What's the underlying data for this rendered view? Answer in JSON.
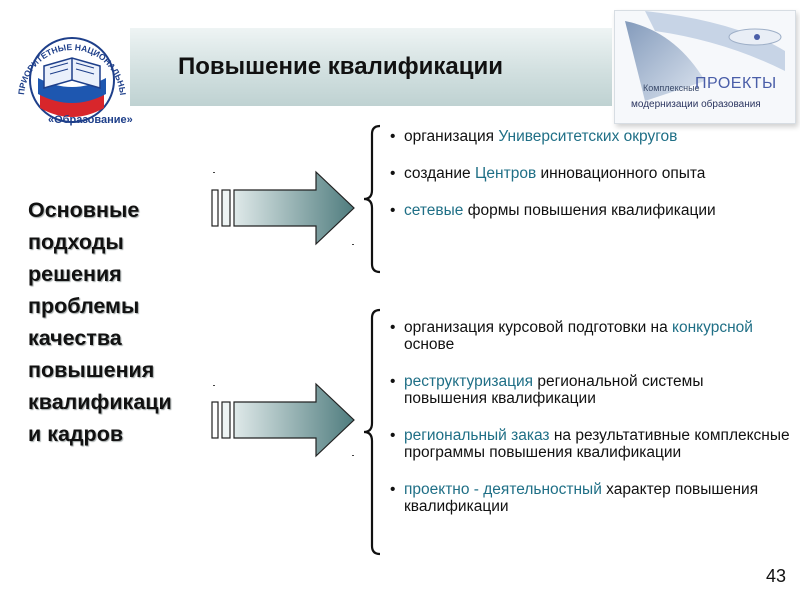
{
  "slide": {
    "title": "Повышение квалификации",
    "page_number": "43"
  },
  "logo": {
    "ring_text": "ПРИОРИТЕТНЫЕ НАЦИОНАЛЬНЫЕ ПРОЕКТЫ",
    "caption": "«Образование»"
  },
  "brand": {
    "small_text": "Комплексные",
    "big_text": "ПРОЕКТЫ",
    "sub_text": "модернизации образования"
  },
  "left_block": {
    "lines": [
      "Основные",
      "подходы",
      "решения",
      "проблемы",
      "качества",
      "повышения",
      "квалификаци",
      "и кадров"
    ]
  },
  "group_top": [
    {
      "pre": "организация ",
      "hl": "Университетских округов",
      "post": ""
    },
    {
      "pre": "создание ",
      "hl": "Центров",
      "post": " инновационного опыта"
    },
    {
      "pre": "",
      "hl": "сетевые",
      "post": " формы повышения квалификации"
    }
  ],
  "group_bottom": [
    {
      "pre": "организация курсовой подготовки на ",
      "hl": "конкурсной",
      "post": " основе"
    },
    {
      "pre": "",
      "hl": "реструктуризация",
      "post": " региональной системы повышения квалификации"
    },
    {
      "pre": "",
      "hl": "региональный заказ",
      "post": " на результативные комплексные программы повышения квалификации"
    },
    {
      "pre": "",
      "hl": "проектно - деятельностный",
      "post": " характер повышения квалификации"
    }
  ],
  "bullet_char": "•",
  "colors": {
    "highlight": "#1f6f86",
    "header_band": "#c8d8d8",
    "arrow": "#5f8a8c"
  }
}
